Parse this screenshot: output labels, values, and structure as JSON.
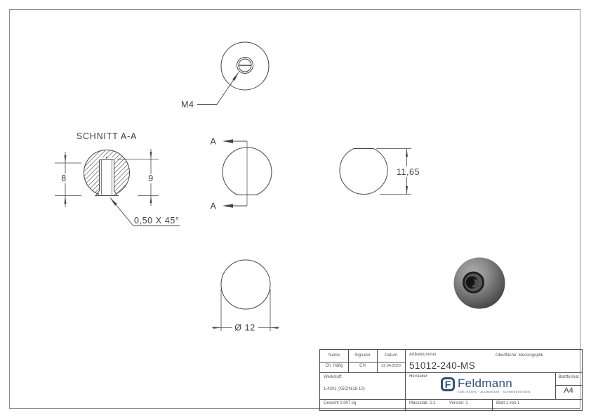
{
  "colors": {
    "line": "#444444",
    "frame_border": "#8f8f8f",
    "logo_blue": "#2d4f84",
    "ball_gray": "#6e6e6e"
  },
  "drawing": {
    "top_view": {
      "thread_callout": "M4"
    },
    "section_view": {
      "title": "SCHNITT A-A",
      "dim_thread_depth": "8",
      "dim_hole_depth": "9",
      "chamfer_note": "0,50 X 45°"
    },
    "front_view": {
      "cut_label_top": "A",
      "cut_label_bottom": "A"
    },
    "side_view": {
      "dim_height": "11,65"
    },
    "bottom_view": {
      "dim_diameter": "Ø 12"
    }
  },
  "title_block": {
    "labels": {
      "name": "Name",
      "signature": "Signatur",
      "date": "Datum",
      "article": "Artikelnummer",
      "surface": "Oberfläche:  Messingoptik",
      "material": "Werkstoff:",
      "manufacturer": "Hersteller",
      "sheet_format": "Blattformat"
    },
    "values": {
      "name": "Ch. Häfig",
      "signature": "CH",
      "date": "22.04.2020",
      "article": "51012-240-MS",
      "material": "1.4301 (X5CrNi18-10)",
      "sheet_format": "A4",
      "weight": "Gewicht 0.007 kg",
      "scale": "Massstab: 2:1",
      "version": "Version: 1",
      "sheet": "Blatt 1 von 1"
    },
    "logo": {
      "monogram": "F",
      "wordmark": "Feldmann",
      "tagline": "EDELSTAHL · ALUMINIUM · SCHMIEDEEISEN"
    }
  }
}
